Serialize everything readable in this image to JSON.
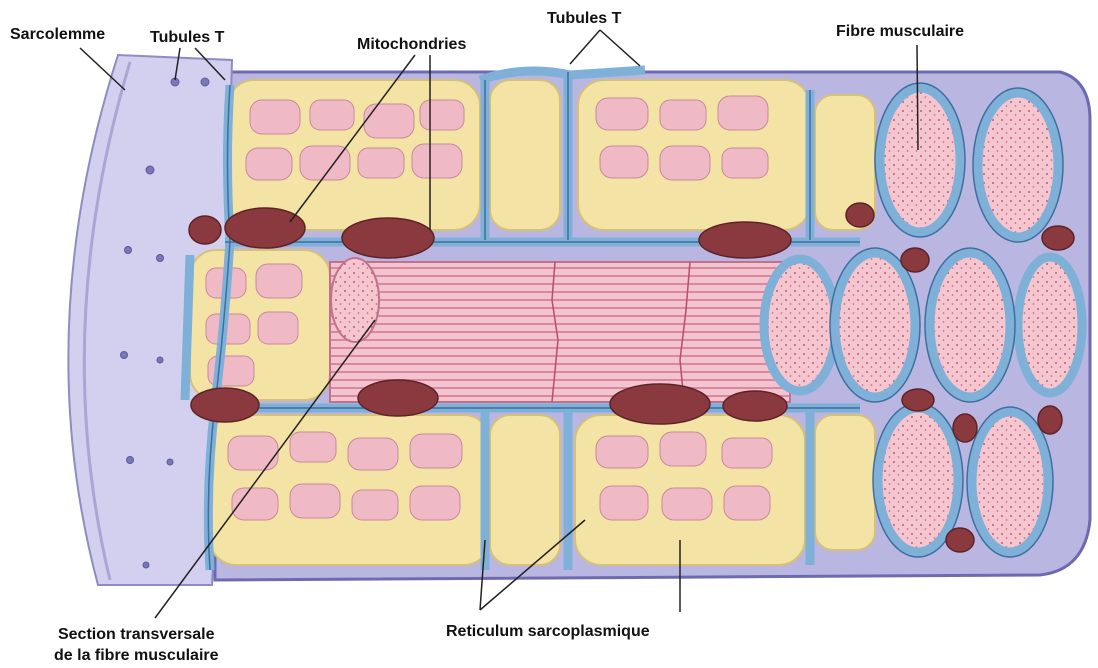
{
  "labels": {
    "sarcolemme": "Sarcolemme",
    "tubules_t_left": "Tubules T",
    "mitochondries": "Mitochondries",
    "tubules_t_top": "Tubules T",
    "fibre_musculaire": "Fibre musculaire",
    "section_line1": "Section transversale",
    "section_line2": "de la fibre musculaire",
    "reticulum": "Reticulum sarcoplasmique"
  },
  "colors": {
    "sarcolemma": "#cfcdea",
    "sarcolemma_edge": "#8f8cc4",
    "tubule": "#7fb0d8",
    "tubule_edge": "#3f6f9e",
    "reticulum": "#f3e3a4",
    "myofibril": "#f0b9c6",
    "myofibril_stripe": "#d77a93",
    "mitochondria": "#8a3a3f"
  }
}
